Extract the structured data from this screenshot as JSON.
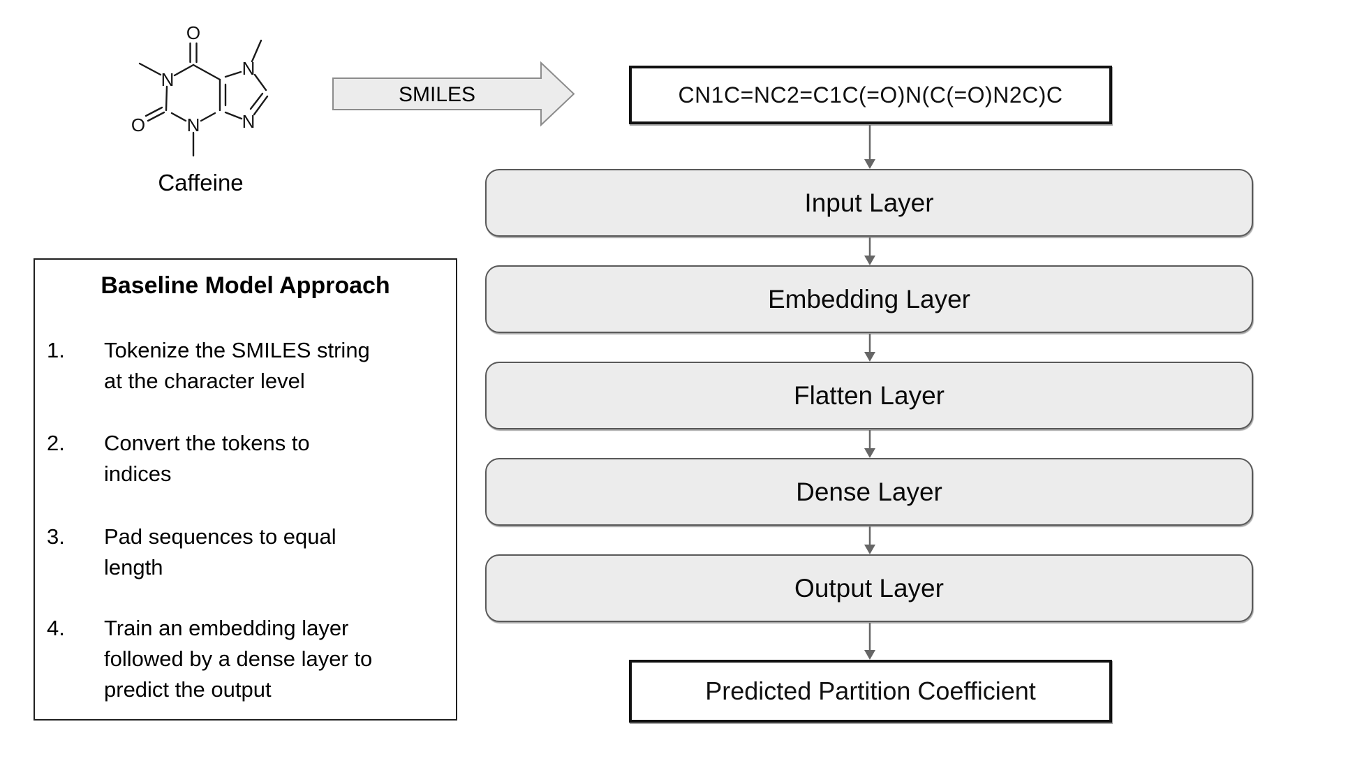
{
  "molecule": {
    "name": "Caffeine",
    "atoms": {
      "o_top": "O",
      "n1": "N",
      "o2": "O",
      "n3": "N",
      "n7": "N",
      "n9": "N"
    }
  },
  "smiles": {
    "arrow_label": "SMILES",
    "string": "CN1C=NC2=C1C(=O)N(C(=O)N2C)C"
  },
  "flow": {
    "layers": [
      {
        "label": "Input Layer"
      },
      {
        "label": "Embedding Layer"
      },
      {
        "label": "Flatten Layer"
      },
      {
        "label": "Dense Layer"
      },
      {
        "label": "Output Layer"
      }
    ],
    "result": {
      "label": "Predicted Partition Coefficient"
    }
  },
  "panel": {
    "title": "Baseline Model Approach",
    "steps": [
      {
        "num": "1.",
        "text": "Tokenize the SMILES string\nat the character level"
      },
      {
        "num": "2.",
        "text": "Convert the tokens to\nindices"
      },
      {
        "num": "3.",
        "text": "Pad sequences to equal\nlength"
      },
      {
        "num": "4.",
        "text": "Train an embedding layer\nfollowed by a dense layer to\npredict the output"
      }
    ]
  },
  "colors": {
    "box_fill": "#ececec",
    "box_border": "#595959",
    "black_border": "#111111",
    "arrow_gray": "#666666"
  }
}
